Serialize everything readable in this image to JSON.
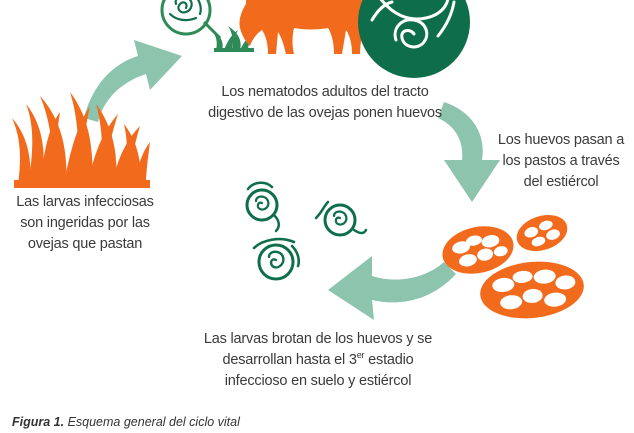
{
  "colors": {
    "orange": "#F26B1D",
    "dark_green": "#0E6E4B",
    "mid_green": "#2E8B57",
    "arrow_teal": "#8CC4AE",
    "text": "#3A3A3A"
  },
  "icons": [
    "grass-icon",
    "sheep-icon",
    "nematode-icon",
    "egg-cluster-icon",
    "larva-icon",
    "cycle-arrow-icon"
  ],
  "stages": {
    "adults": {
      "line1": "Los nematodos adultos del tracto",
      "line2": "digestivo de las ovejas ponen huevos"
    },
    "eggs_pasture": {
      "line1": "Los huevos pasan a",
      "line2": "los pastos a través",
      "line3": "del estiércol"
    },
    "larvae_hatch": {
      "line1": "Las larvas brotan de los huevos y se",
      "line2_pre": "desarrollan hasta el 3",
      "line2_sup": "er",
      "line2_post": " estadio",
      "line3": "infeccioso en suelo y estiércol"
    },
    "larvae_ingested": {
      "line1": "Las larvas infecciosas",
      "line2": "son ingeridas por las",
      "line3": "ovejas que pastan"
    }
  },
  "caption": {
    "label": "Figura 1.",
    "text": " Esquema general del ciclo vital"
  }
}
